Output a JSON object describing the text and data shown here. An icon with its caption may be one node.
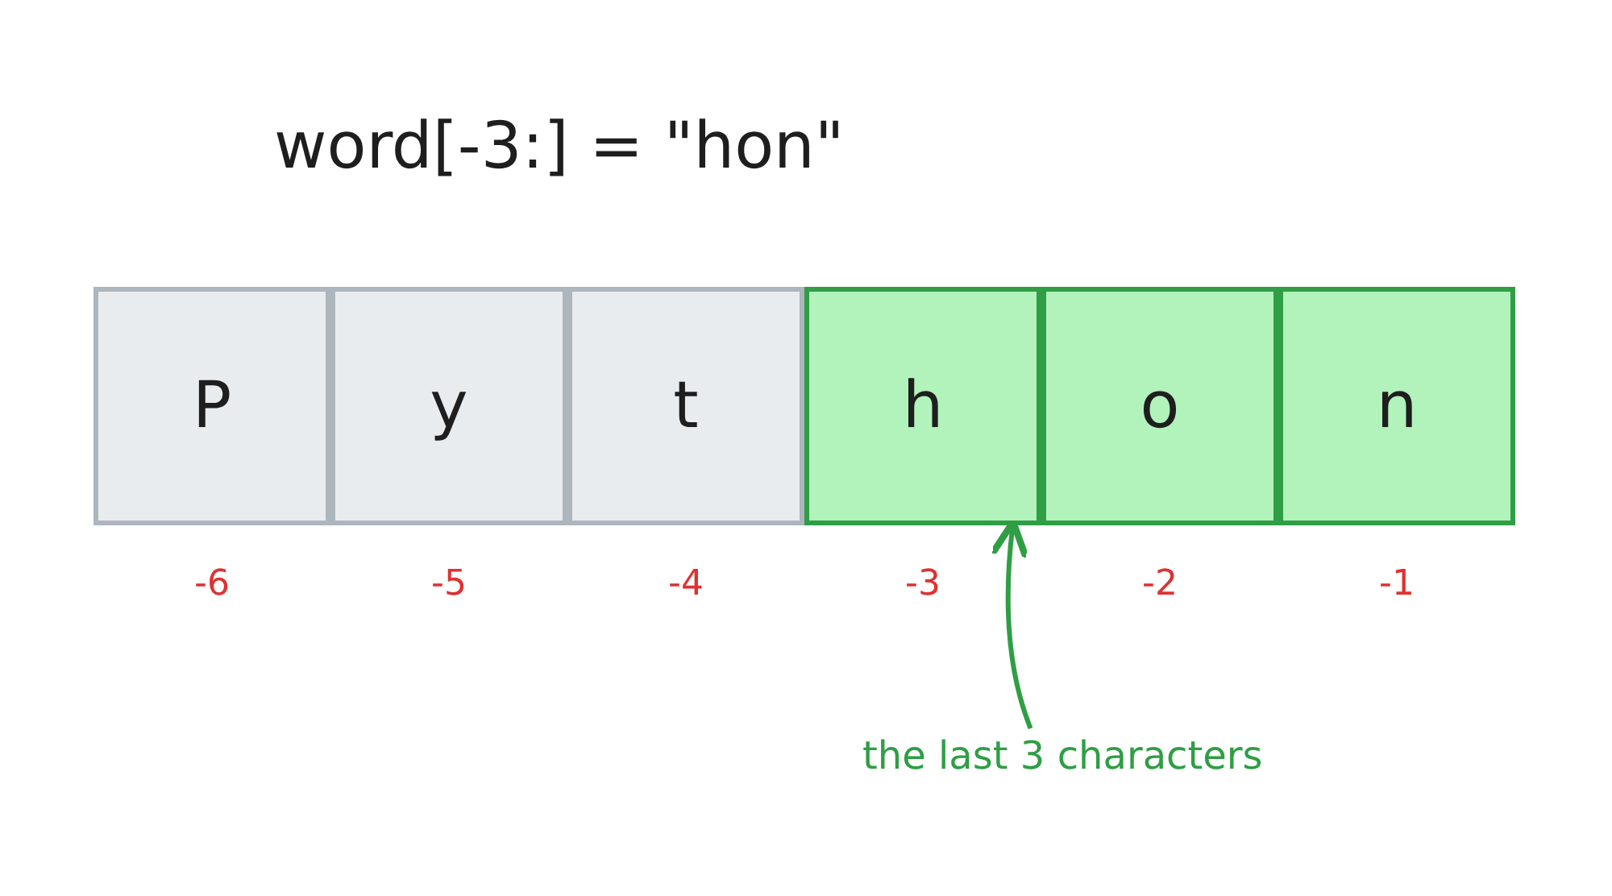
{
  "diagram": {
    "title": "word[-3:] = \"hon\"",
    "nodes": [
      {
        "text": [
          "P"
        ],
        "beside": [
          "-6"
        ]
      },
      {
        "text": [
          "y"
        ],
        "beside": [
          "-5"
        ]
      },
      {
        "text": [
          "t"
        ],
        "beside": [
          "-4"
        ]
      },
      {
        "text": [
          "h"
        ],
        "beside": [
          "-3"
        ]
      },
      {
        "text": [
          "o"
        ],
        "beside": [
          "-2"
        ]
      },
      {
        "text": [
          "n"
        ],
        "beside": [
          "-1"
        ]
      },
      {
        "text": [
          "the last 3 characters"
        ]
      }
    ],
    "edges": [
      {
        "from": 6,
        "to": 3,
        "arrow": "to"
      }
    ]
  }
}
